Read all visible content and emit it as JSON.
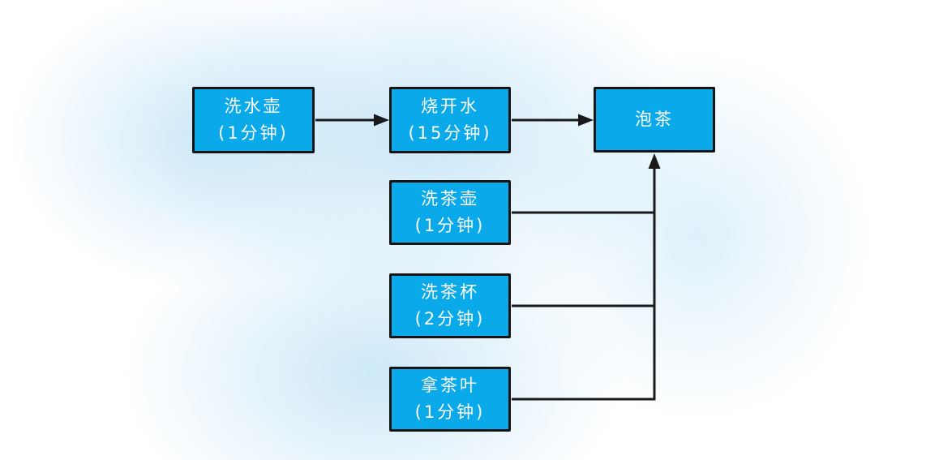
{
  "diagram": {
    "type": "flowchart",
    "language": "zh-CN",
    "colors": {
      "node_fill": "#0aa9ea",
      "node_border": "#141414",
      "node_text": "#ffffff",
      "connector": "#1a1a1a",
      "background_base": "#ffffff",
      "background_haze": "#c1e3f6"
    },
    "nodes": [
      {
        "id": "wash-kettle",
        "label": "洗水壶",
        "duration": "(1分钟)"
      },
      {
        "id": "boil-water",
        "label": "烧开水",
        "duration": "(15分钟)"
      },
      {
        "id": "brew-tea",
        "label": "泡茶",
        "duration": ""
      },
      {
        "id": "wash-teapot",
        "label": "洗茶壶",
        "duration": "(1分钟)"
      },
      {
        "id": "wash-teacups",
        "label": "洗茶杯",
        "duration": "(2分钟)"
      },
      {
        "id": "get-tea-leaves",
        "label": "拿茶叶",
        "duration": "(1分钟)"
      }
    ],
    "edges": [
      {
        "from": "wash-kettle",
        "to": "boil-water",
        "arrow": true
      },
      {
        "from": "boil-water",
        "to": "brew-tea",
        "arrow": true
      },
      {
        "from": "wash-teapot",
        "to": "brew-tea",
        "arrow": true,
        "via": "merge-trunk"
      },
      {
        "from": "wash-teacups",
        "to": "brew-tea",
        "arrow": true,
        "via": "merge-trunk"
      },
      {
        "from": "get-tea-leaves",
        "to": "brew-tea",
        "arrow": true,
        "via": "merge-trunk"
      }
    ]
  }
}
